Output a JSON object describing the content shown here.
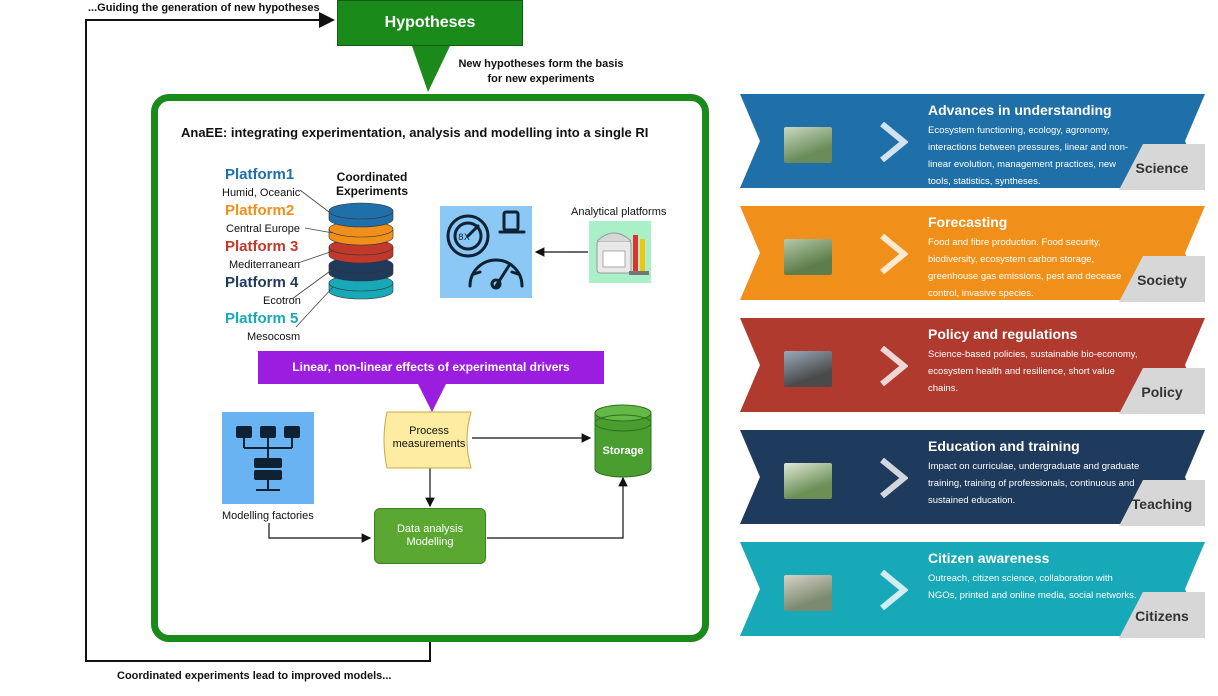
{
  "hypotheses": {
    "title": "Hypotheses",
    "guiding_label": "...Guiding the generation of new hypotheses",
    "basis_label_line1": "New hypotheses form the basis",
    "basis_label_line2": "for new experiments",
    "bottom_label": "Coordinated experiments lead to improved models..."
  },
  "main": {
    "title": "AnaEE: integrating experimentation, analysis and modelling into a single RI",
    "coordinated_line1": "Coordinated",
    "coordinated_line2": "Experiments",
    "platforms": [
      {
        "name": "Platform1",
        "sub": "Humid, Oceanic",
        "color": "#1f6fa8"
      },
      {
        "name": "Platform2",
        "sub": "Central Europe",
        "color": "#f0901a"
      },
      {
        "name": "Platform 3",
        "sub": "Mediterranean",
        "color": "#c0392b"
      },
      {
        "name": "Platform 4",
        "sub": "Ecotron",
        "color": "#1e3a5c"
      },
      {
        "name": "Platform 5",
        "sub": "Mesocosm",
        "color": "#17a9b8"
      }
    ],
    "analytical_label": "Analytical platforms",
    "drivers_banner": "Linear, non-linear effects of experimental drivers",
    "process_line1": "Process",
    "process_line2": "measurements",
    "storage": "Storage",
    "modelling_factories": "Modelling factories",
    "analysis_line1": "Data analysis",
    "analysis_line2": "Modelling"
  },
  "panels": [
    {
      "title": "Advances in understanding",
      "desc": "Ecosystem functioning, ecology, agronomy, interactions between pressures, linear and non-linear evolution, management practices, new tools, statistics, syntheses.",
      "badge": "Science",
      "color": "#1f6fa8"
    },
    {
      "title": "Forecasting",
      "desc": "Food and fibre production. Food security, biodiversity, ecosystem carbon storage, greenhouse gas emissions, pest and decease control, invasive species.",
      "badge": "Society",
      "color": "#f0901a"
    },
    {
      "title": "Policy and regulations",
      "desc": "Science-based policies, sustainable bio-economy, ecosystem health and resilience, short value chains.",
      "badge": "Policy",
      "color": "#b03a2e"
    },
    {
      "title": "Education and training",
      "desc": "Impact on curriculae, undergraduate and graduate training, training of professionals, continuous and sustained education.",
      "badge": "Teaching",
      "color": "#1e3a5c"
    },
    {
      "title": "Citizen awareness",
      "desc": "Outreach, citizen science, collaboration with NGOs, printed and online media, social networks.",
      "badge": "Citizens",
      "color": "#17a9b8"
    }
  ],
  "colors": {
    "green": "#1a8a1a",
    "purple": "#9b1de0",
    "light_green": "#5aa832",
    "storage_green": "#4a9e2f"
  }
}
